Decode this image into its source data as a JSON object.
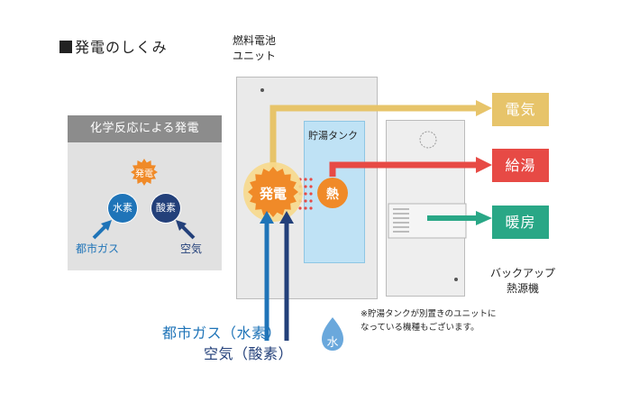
{
  "title": "発電のしくみ",
  "fuel_cell_unit": {
    "line1": "燃料電池",
    "line2": "ユニット"
  },
  "reaction_panel": {
    "heading": "化学反応による発電",
    "generation": "発電",
    "hydrogen": "水素",
    "oxygen": "酸素",
    "city_gas": "都市ガス",
    "air": "空気"
  },
  "generator_label": "発電",
  "hot_water_tank": {
    "label": "貯湯タンク"
  },
  "heat_label": "熱",
  "outputs": {
    "electricity": "電気",
    "hot_water": "給湯",
    "heating": "暖房"
  },
  "backup": {
    "line1": "バックアップ",
    "line2": "熱源機"
  },
  "inputs": {
    "city_gas_hydrogen": "都市ガス（水素）",
    "air_oxygen": "空気（酸素）",
    "water": "水"
  },
  "note": {
    "line1": "※貯湯タンクが別置きのユニットに",
    "line2": "なっている機種もございます。"
  },
  "colors": {
    "electricity": "#e7c46a",
    "hot_water": "#e74a45",
    "heating": "#29a786",
    "generator": "#f08a28",
    "hydrogen": "#1f74b8",
    "oxygen": "#23407a",
    "water": "#6aa8dc",
    "tank": "#bfe2f5"
  }
}
